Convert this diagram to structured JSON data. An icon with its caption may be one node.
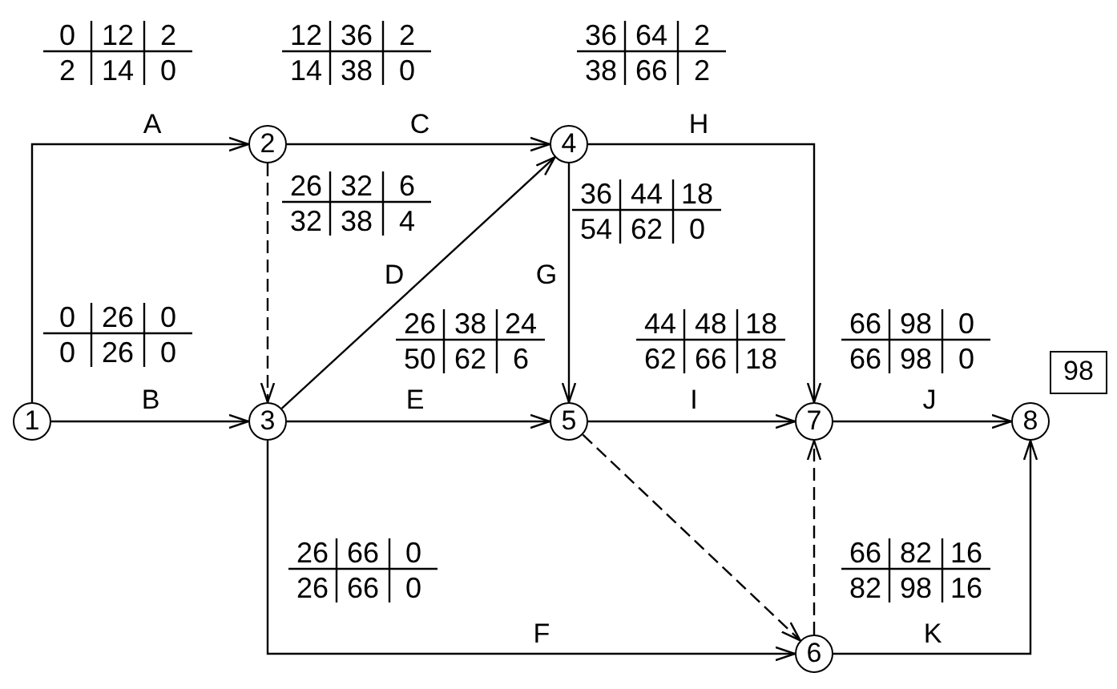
{
  "diagram": {
    "nodes": [
      {
        "text": [
          "1"
        ]
      },
      {
        "text": [
          "2"
        ]
      },
      {
        "text": [
          "3"
        ]
      },
      {
        "text": [
          "4"
        ]
      },
      {
        "text": [
          "5"
        ]
      },
      {
        "text": [
          "6"
        ]
      },
      {
        "text": [
          "7"
        ]
      },
      {
        "text": [
          "8"
        ]
      },
      {
        "text": [
          "98"
        ]
      }
    ],
    "edges": [
      {
        "from": 0,
        "to": 1,
        "arrow": "to",
        "label": "A"
      },
      {
        "from": 0,
        "to": 2,
        "arrow": "to",
        "label": "B"
      },
      {
        "from": 1,
        "to": 3,
        "arrow": "to",
        "label": "C"
      },
      {
        "from": 1,
        "to": 2,
        "arrow": "to",
        "style": "dashed"
      },
      {
        "from": 2,
        "to": 3,
        "arrow": "to",
        "label": "D"
      },
      {
        "from": 2,
        "to": 4,
        "arrow": "to",
        "label": "E"
      },
      {
        "from": 2,
        "to": 5,
        "arrow": "to",
        "label": "F"
      },
      {
        "from": 3,
        "to": 4,
        "arrow": "to",
        "label": "G"
      },
      {
        "from": 3,
        "to": 6,
        "arrow": "to",
        "label": "H"
      },
      {
        "from": 4,
        "to": 6,
        "arrow": "to",
        "label": "I"
      },
      {
        "from": 4,
        "to": 5,
        "arrow": "to",
        "style": "dashed"
      },
      {
        "from": 5,
        "to": 6,
        "arrow": "to",
        "style": "dashed"
      },
      {
        "from": 6,
        "to": 7,
        "arrow": "to",
        "label": "J"
      },
      {
        "from": 5,
        "to": 7,
        "arrow": "to",
        "label": "K"
      }
    ],
    "labels": [
      "0",
      "12",
      "2",
      "2",
      "14",
      "0",
      "12",
      "36",
      "2",
      "14",
      "38",
      "0",
      "36",
      "64",
      "2",
      "38",
      "66",
      "2",
      "26",
      "32",
      "6",
      "32",
      "38",
      "4",
      "36",
      "44",
      "18",
      "54",
      "62",
      "0",
      "0",
      "26",
      "0",
      "0",
      "26",
      "0",
      "26",
      "38",
      "24",
      "50",
      "62",
      "6",
      "44",
      "48",
      "18",
      "62",
      "66",
      "18",
      "66",
      "98",
      "0",
      "66",
      "98",
      "0",
      "26",
      "66",
      "0",
      "26",
      "66",
      "0",
      "66",
      "82",
      "16",
      "82",
      "98",
      "16"
    ]
  }
}
